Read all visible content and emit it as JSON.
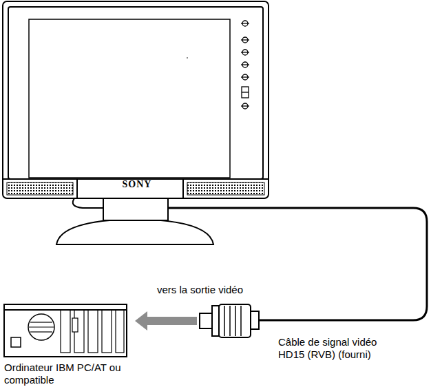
{
  "diagram": {
    "labels": [
      "SONY",
      "vers la sortie vidéo",
      "Câble de signal vidéo HD15 (RVB) (fourni)",
      "Ordinateur IBM PC/AT ou compatible"
    ]
  }
}
